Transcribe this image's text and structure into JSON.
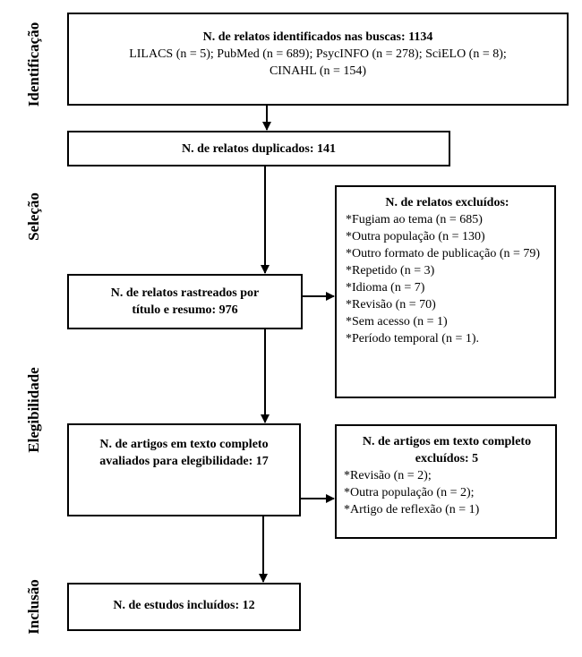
{
  "stages": {
    "identification": "Identificação",
    "selection": "Seleção",
    "eligibility": "Elegibilidade",
    "inclusion": "Inclusão"
  },
  "identified": {
    "title": "N. de relatos identificados nas buscas: 1134",
    "sources_line1": "LILACS (n = 5); PubMed (n = 689); PsycINFO (n = 278); SciELO (n = 8);",
    "sources_line2": "CINAHL (n = 154)"
  },
  "duplicates": {
    "label": "N. de relatos duplicados: 141"
  },
  "screened": {
    "line1": "N. de relatos rastreados por",
    "line2": "título e resumo: 976"
  },
  "excluded_records": {
    "title": "N. de relatos excluídos:",
    "items": [
      "*Fugiam ao tema (n = 685)",
      "*Outra população (n = 130)",
      "*Outro formato de publicação (n = 79)",
      "*Repetido (n = 3)",
      "*Idioma (n = 7)",
      "*Revisão (n = 70)",
      "*Sem acesso (n = 1)",
      "*Período temporal (n = 1)."
    ]
  },
  "fulltext_assessed": {
    "line1": "N. de artigos em texto completo",
    "line2": "avaliados para elegibilidade: 17"
  },
  "fulltext_excluded": {
    "line1": "N. de artigos em texto completo",
    "line2": "excluídos: 5",
    "items": [
      "*Revisão (n = 2);",
      "*Outra população (n = 2);",
      "*Artigo de reflexão (n = 1)"
    ]
  },
  "included": {
    "label": "N. de estudos incluídos: 12"
  }
}
